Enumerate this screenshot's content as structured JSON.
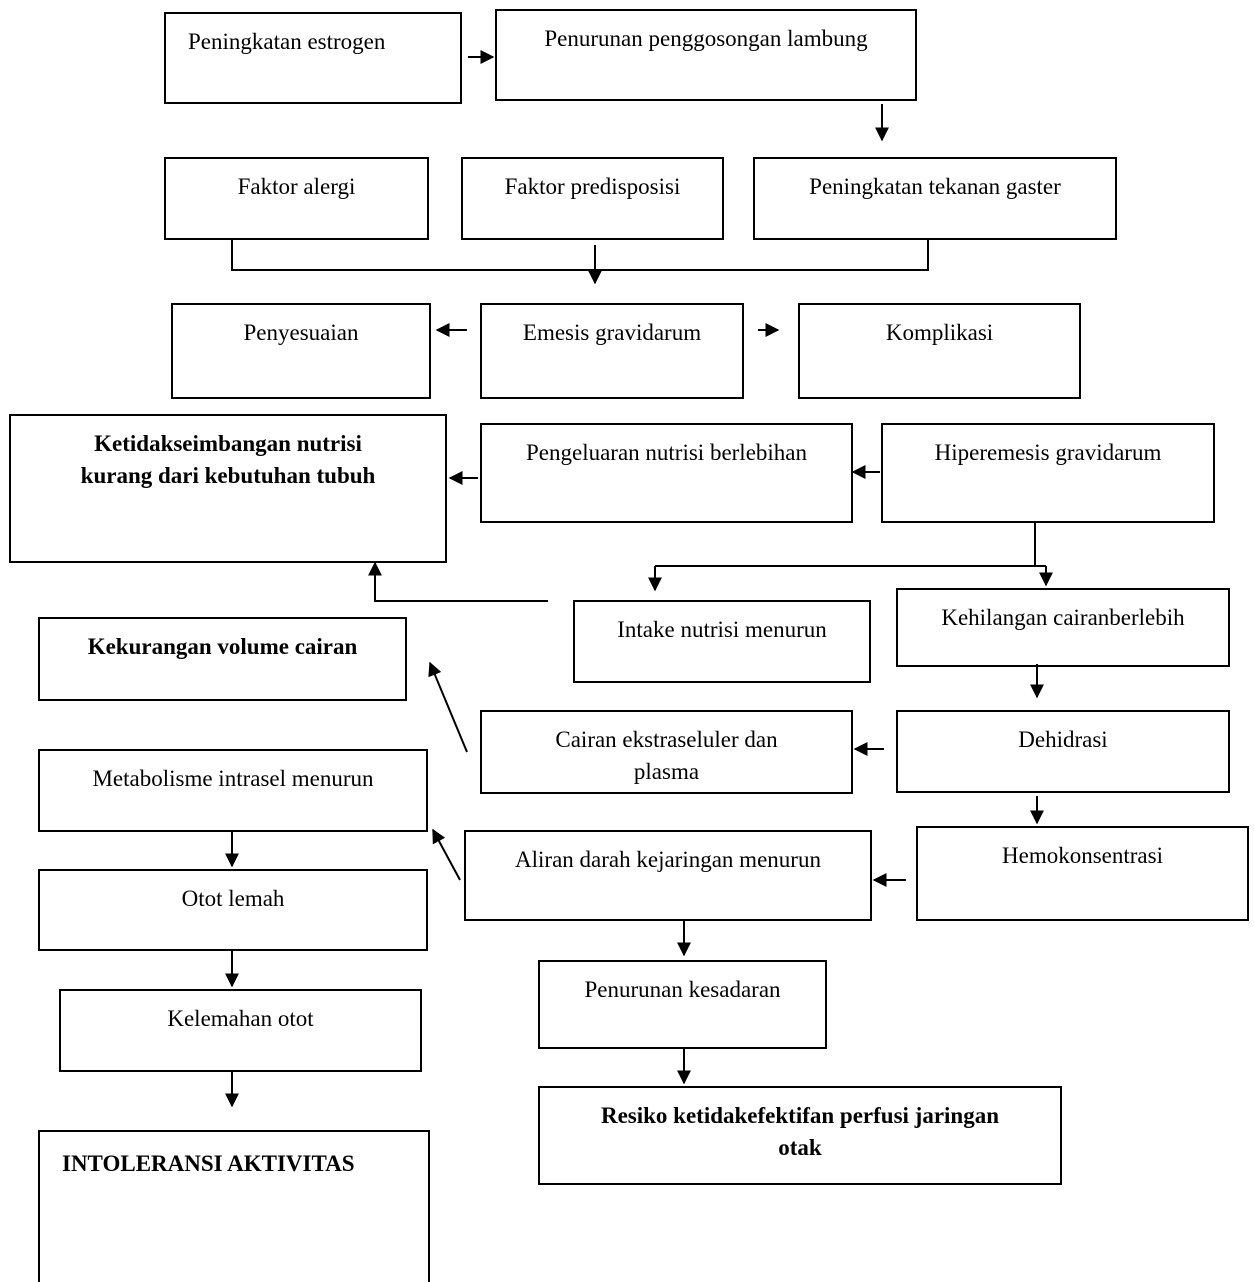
{
  "nodes": {
    "estrogen": "Peningkatan estrogen",
    "lambung": "Penurunan penggosongan lambung",
    "alergi": "Faktor alergi",
    "predisposisi": "Faktor predisposisi",
    "gaster": "Peningkatan tekanan gaster",
    "penyesuaian": "Penyesuaian",
    "emesis": "Emesis gravidarum",
    "komplikasi": "Komplikasi",
    "ketidakseimbangan": "Ketidakseimbangan nutrisi\nkurang dari kebutuhan tubuh",
    "pengeluaran": "Pengeluaran nutrisi berlebihan",
    "hiperemesis": "Hiperemesis gravidarum",
    "kekurangan": "Kekurangan volume cairan",
    "intake": "Intake nutrisi menurun",
    "kehilangan": "Kehilangan cairanberlebih",
    "cairan": "Cairan ekstraseluler dan\nplasma",
    "dehidrasi": "Dehidrasi",
    "metabolisme": "Metabolisme intrasel menurun",
    "aliran": "Aliran darah kejaringan menurun",
    "hemokonsentrasi": "Hemokonsentrasi",
    "otot_lemah": "Otot lemah",
    "penurunan_kesadaran": "Penurunan kesadaran",
    "kelemahan": "Kelemahan otot",
    "resiko": "Resiko ketidakefektifan perfusi jaringan\notak",
    "intoleransi": "INTOLERANSI AKTIVITAS"
  },
  "colors": {
    "line": "#000000",
    "background": "#ffffff"
  }
}
